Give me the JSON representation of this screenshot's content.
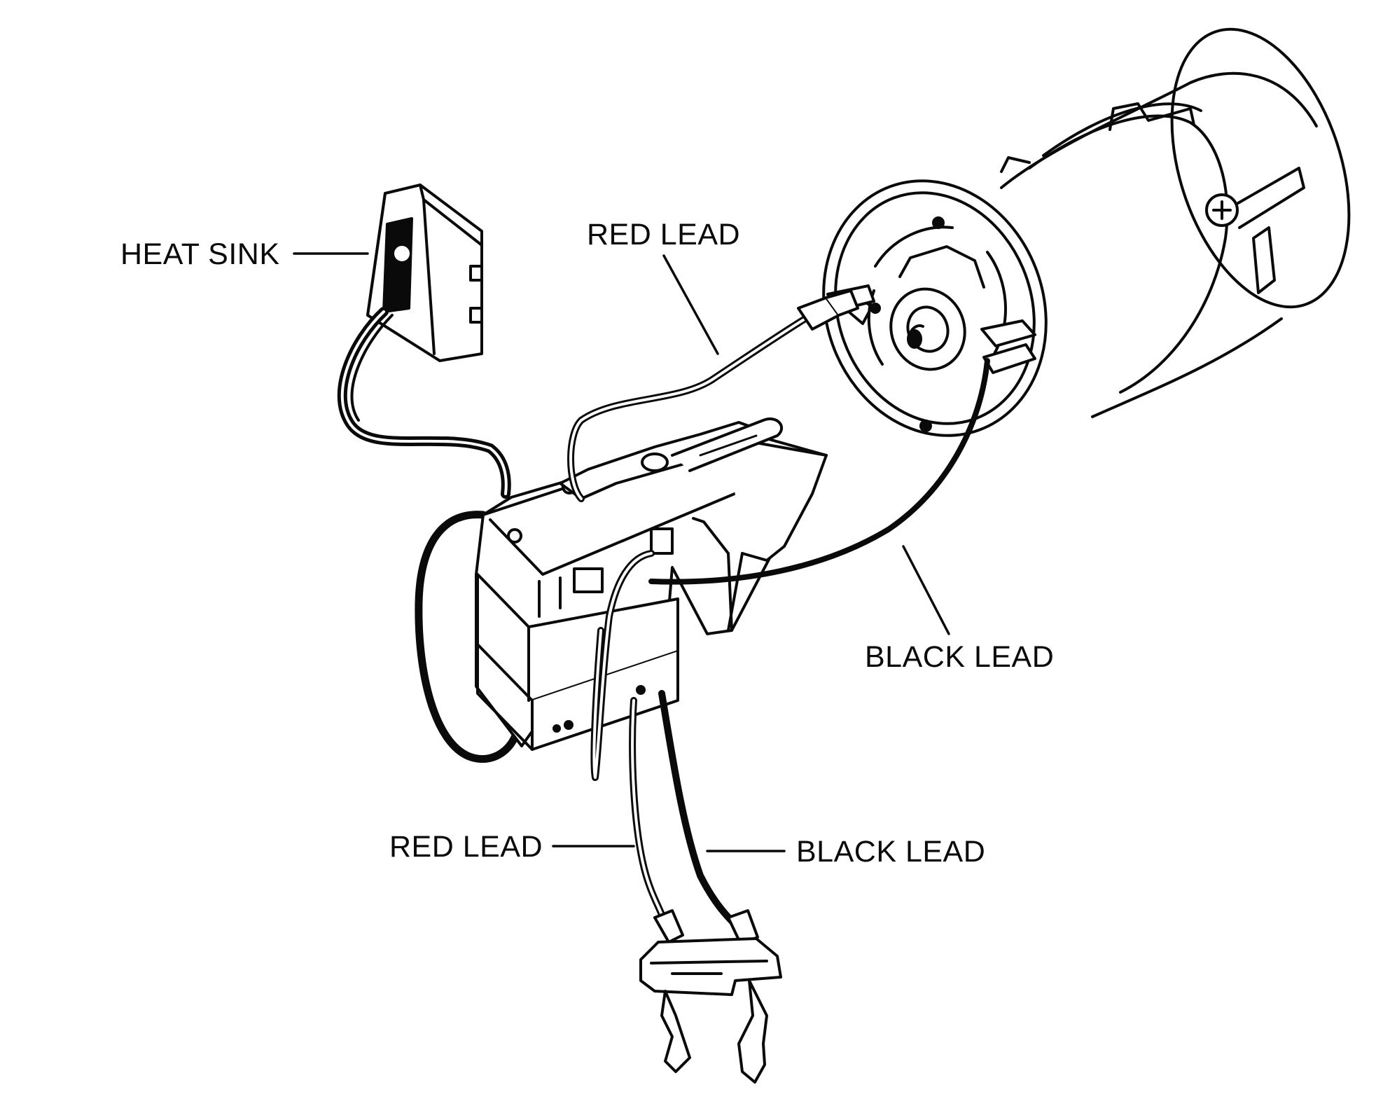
{
  "labels": {
    "heat_sink": "HEAT SINK",
    "red_lead_top": "RED LEAD",
    "black_lead_mid": "BLACK LEAD",
    "red_lead_bottom": "RED LEAD",
    "black_lead_bottom": "BLACK LEAD"
  },
  "colors": {
    "ink": "#0a0a0a",
    "background": "#ffffff"
  }
}
